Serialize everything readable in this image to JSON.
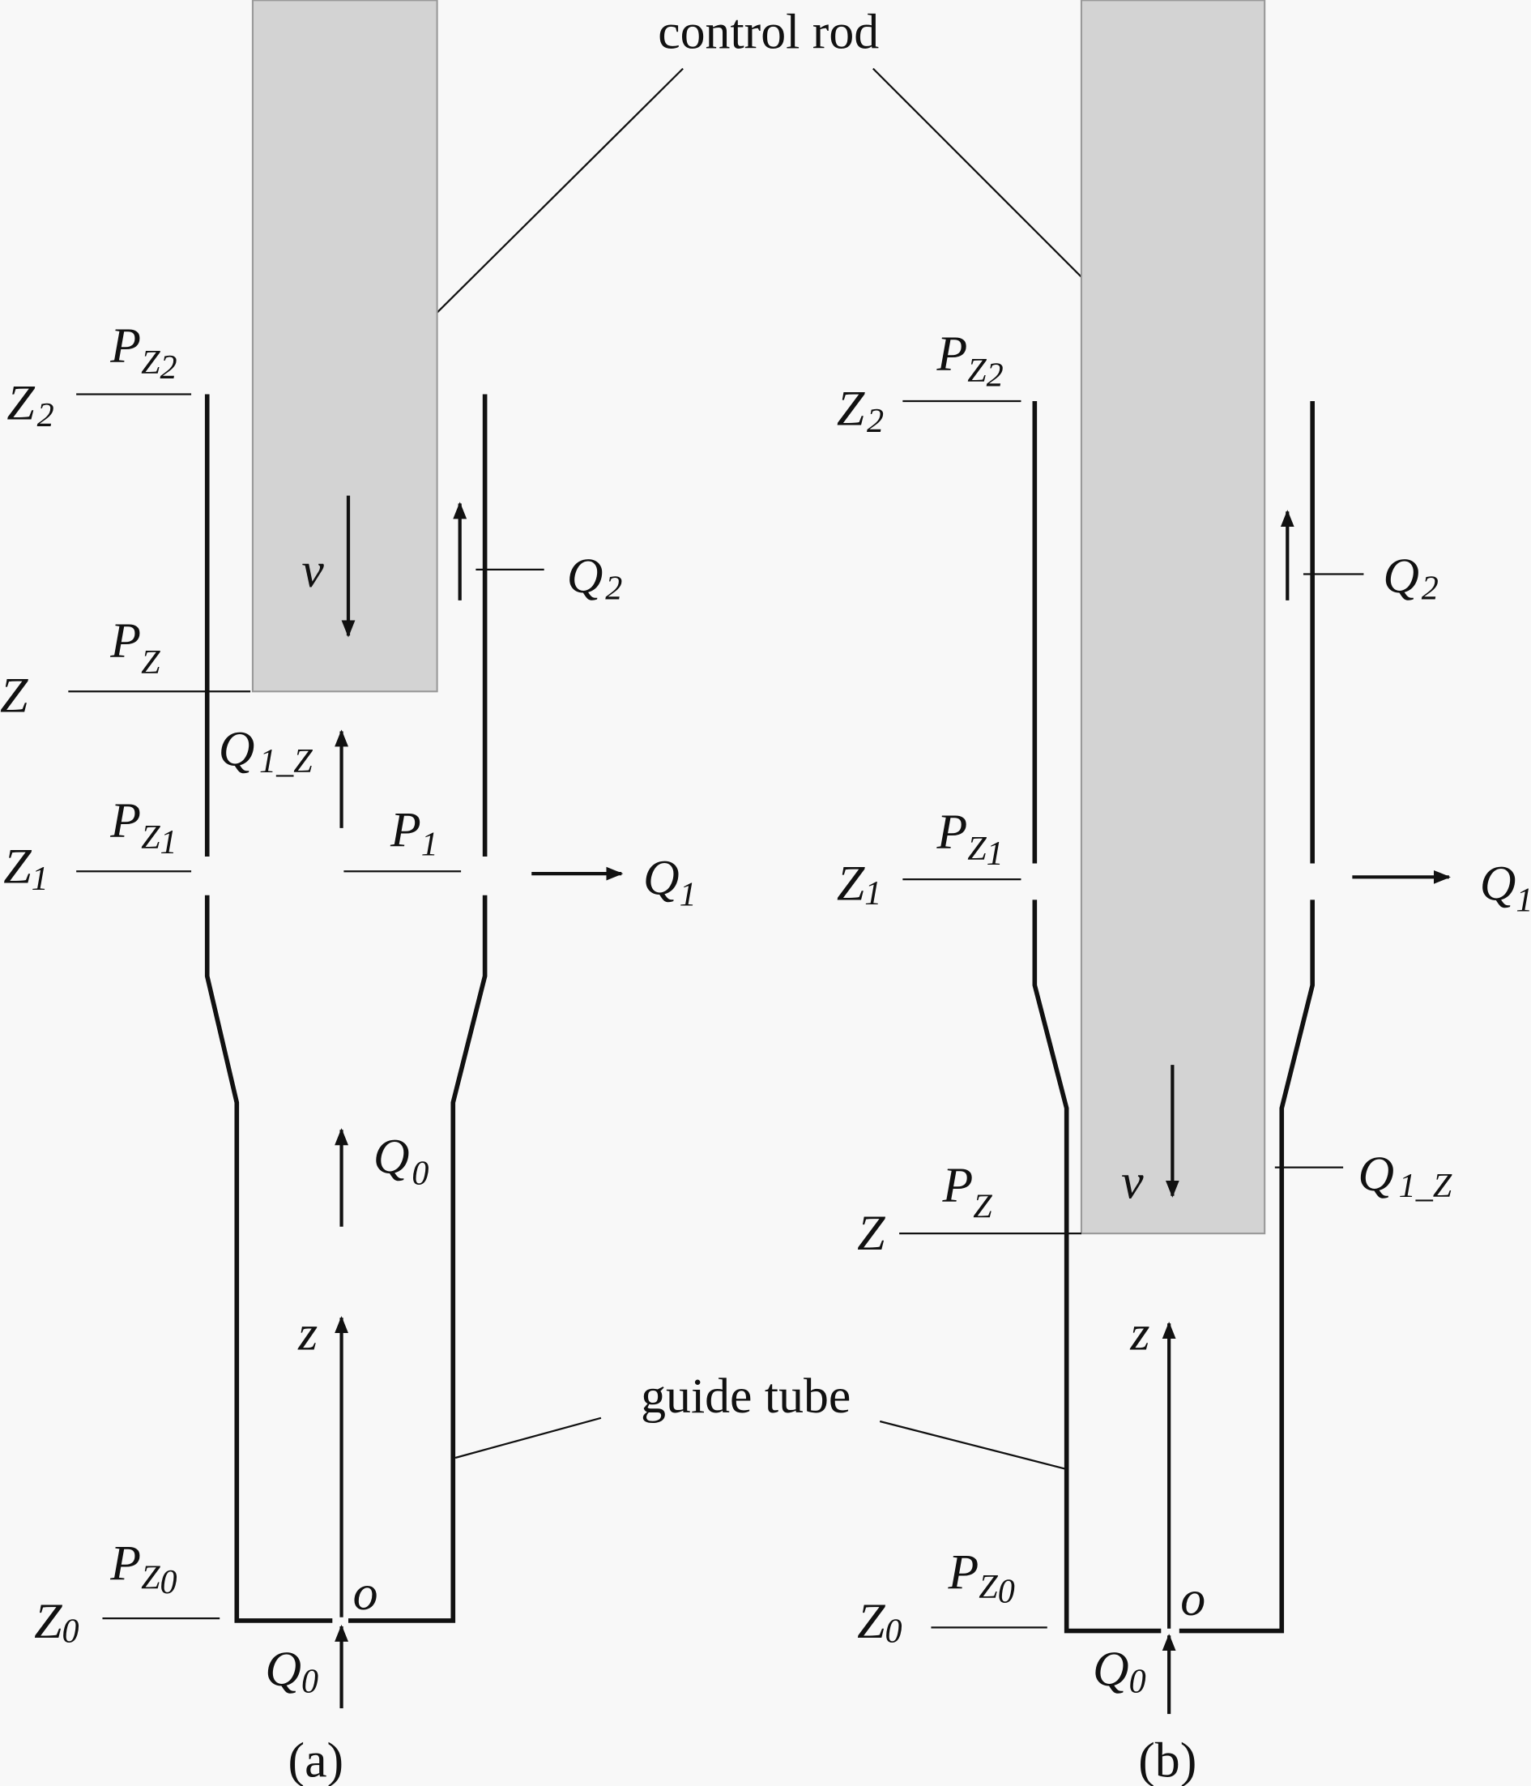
{
  "labels": {
    "control_rod": "control rod",
    "guide_tube": "guide tube",
    "Z": "Z",
    "P": "P",
    "Q": "Q",
    "v": "v",
    "z": "z",
    "o": "o",
    "sub_0": "0",
    "sub_1": "1",
    "sub_2": "2",
    "sub_Z": "Z",
    "sub_1_Z": "1_Z",
    "panel_a": "(a)",
    "panel_b": "(b)"
  },
  "colors": {
    "rod_fill": "#d3d3d3",
    "line": "#111111",
    "background": "#f8f8f8"
  }
}
